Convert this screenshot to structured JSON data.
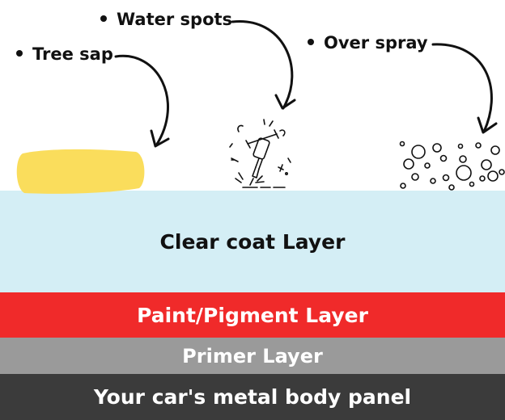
{
  "callouts": {
    "tree_sap": "Tree sap",
    "water_spots": "Water spots",
    "over_spray": "Over spray"
  },
  "layers": {
    "clear_coat": "Clear coat Layer",
    "paint": "Paint/Pigment Layer",
    "primer": "Primer Layer",
    "metal": "Your car's metal body panel"
  },
  "colors": {
    "clear_coat": "#d4eef5",
    "paint": "#f02a2a",
    "primer": "#9a9a9a",
    "metal": "#3b3b3b",
    "sap": "#fadd5c",
    "ink": "#111111"
  },
  "icons": {
    "sap": "tree-sap-blob-icon",
    "water": "jackhammer-icon",
    "spray": "bubbles-icon"
  }
}
